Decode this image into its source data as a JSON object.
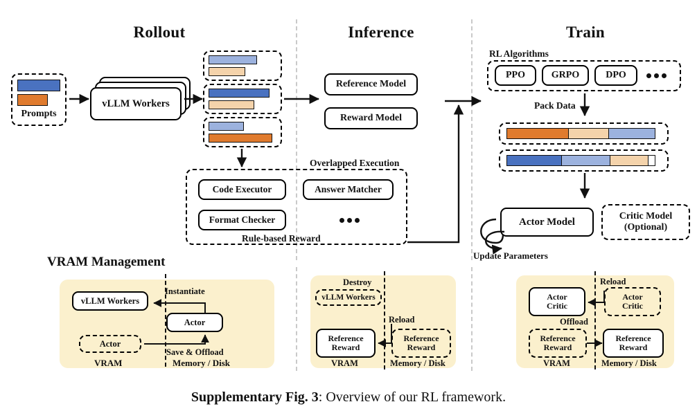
{
  "figure": {
    "caption_bold": "Supplementary Fig. 3",
    "caption_rest": ": Overview of our RL framework."
  },
  "stages": {
    "rollout": "Rollout",
    "inference": "Inference",
    "train": "Train"
  },
  "rollout": {
    "prompts_label": "Prompts",
    "workers_label": "vLLM Workers"
  },
  "inference": {
    "reference_model": "Reference Model",
    "reward_model": "Reward Model",
    "overlapped_execution": "Overlapped Execution",
    "rule_based_reward": "Rule-based Reward",
    "code_executor": "Code Executor",
    "answer_matcher": "Answer Matcher",
    "format_checker": "Format Checker",
    "ellipsis": "..."
  },
  "train": {
    "rl_algorithms_label": "RL Algorithms",
    "algorithms": [
      "PPO",
      "GRPO",
      "DPO"
    ],
    "algorithms_ellipsis": "...",
    "pack_data": "Pack Data",
    "actor_model": "Actor Model",
    "critic_model_line1": "Critic Model",
    "critic_model_line2": "(Optional)",
    "update_parameters": "Update Parameters"
  },
  "vram": {
    "section_title": "VRAM Management",
    "panel1": {
      "vllm_workers": "vLLM Workers",
      "actor_vram": "Actor",
      "actor_mem": "Actor",
      "instantiate": "Instantiate",
      "save_offload": "Save & Offload",
      "vram_label": "VRAM",
      "mem_label": "Memory / Disk"
    },
    "panel2": {
      "destroy": "Destroy",
      "vllm_workers": "vLLM Workers",
      "reload": "Reload",
      "ref_vram_line1": "Reference",
      "ref_vram_line2": "Reward",
      "ref_mem_line1": "Reference",
      "ref_mem_line2": "Reward",
      "vram_label": "VRAM",
      "mem_label": "Memory / Disk"
    },
    "panel3": {
      "reload": "Reload",
      "offload": "Offload",
      "actor_vram_line1": "Actor",
      "actor_vram_line2": "Critic",
      "actor_mem_line1": "Actor",
      "actor_mem_line2": "Critic",
      "ref_vram_line1": "Reference",
      "ref_vram_line2": "Reward",
      "ref_mem_line1": "Reference",
      "ref_mem_line2": "Reward",
      "vram_label": "VRAM",
      "mem_label": "Memory / Disk"
    }
  },
  "colors": {
    "blue_dark": "#4a72c0",
    "blue_light": "#9cb2de",
    "orange_dark": "#e07b2e",
    "tan_light": "#f4d3ab",
    "panel_bg": "#fbf0cd",
    "divider": "#c9c9c9"
  },
  "chart_data": {
    "type": "bar",
    "title": "Overview of our RL framework",
    "prompts_bars": [
      {
        "color": "blue_dark",
        "width_pct": 100
      },
      {
        "color": "orange_dark",
        "width_pct": 68
      }
    ],
    "rollout_groups": [
      {
        "bars": [
          {
            "color": "blue_light",
            "width_pct": 76
          },
          {
            "color": "tan_light",
            "width_pct": 58
          }
        ]
      },
      {
        "bars": [
          {
            "color": "blue_dark",
            "width_pct": 95
          },
          {
            "color": "tan_light",
            "width_pct": 72
          }
        ]
      },
      {
        "bars": [
          {
            "color": "blue_light",
            "width_pct": 55
          },
          {
            "color": "orange_dark",
            "width_pct": 100
          }
        ]
      }
    ],
    "packed_sequences": [
      {
        "segments": [
          {
            "color": "orange_dark",
            "pct": 42
          },
          {
            "color": "tan_light",
            "pct": 27
          },
          {
            "color": "blue_light",
            "pct": 31
          }
        ]
      },
      {
        "segments": [
          {
            "color": "blue_dark",
            "pct": 37
          },
          {
            "color": "blue_light",
            "pct": 33
          },
          {
            "color": "tan_light",
            "pct": 26
          },
          {
            "color": "white",
            "pct": 4
          }
        ]
      }
    ]
  }
}
